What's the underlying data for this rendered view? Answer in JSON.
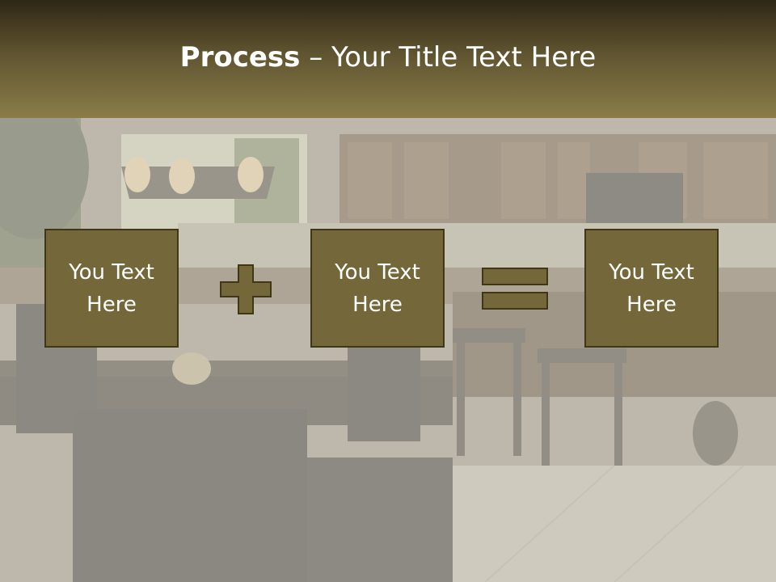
{
  "title": {
    "strong": "Process",
    "separator": " – ",
    "rest": "Your Title Text Here"
  },
  "process": {
    "boxes": [
      {
        "label": "You Text Here"
      },
      {
        "label": "You Text Here"
      },
      {
        "label": "You Text Here"
      }
    ],
    "operators": [
      "plus-icon",
      "equals-icon"
    ]
  },
  "colors": {
    "title_bar_top": "#2e2716",
    "title_bar_bottom": "#8a7d49",
    "box_fill": "#74683a",
    "box_border": "#3f3716",
    "text": "#ffffff"
  }
}
